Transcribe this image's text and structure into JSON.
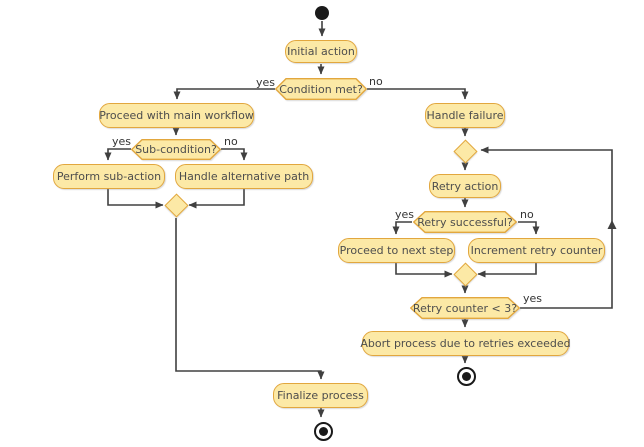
{
  "diagram": {
    "type": "uml-activity-flowchart",
    "colors": {
      "background": "#FFFFFF",
      "node_fill": "#FCE9A6",
      "node_border": "#E2A73E",
      "node_text": "#4D4D4D",
      "edge": "#404040",
      "label_text": "#333333",
      "terminal": "#1A1A1A"
    },
    "nodes": {
      "start": {
        "type": "initial"
      },
      "initial_action": {
        "type": "action",
        "label": "Initial action"
      },
      "condition_met": {
        "type": "decision",
        "label": "Condition met?"
      },
      "proceed_main": {
        "type": "action",
        "label": "Proceed with main workflow"
      },
      "sub_condition": {
        "type": "decision",
        "label": "Sub-condition?"
      },
      "perform_sub": {
        "type": "action",
        "label": "Perform sub-action"
      },
      "handle_alt": {
        "type": "action",
        "label": "Handle alternative path"
      },
      "merge_left": {
        "type": "merge"
      },
      "finalize": {
        "type": "action",
        "label": "Finalize process"
      },
      "final_left": {
        "type": "final"
      },
      "handle_failure": {
        "type": "action",
        "label": "Handle failure"
      },
      "merge_retry": {
        "type": "merge"
      },
      "retry_action": {
        "type": "action",
        "label": "Retry action"
      },
      "retry_successful": {
        "type": "decision",
        "label": "Retry successful?"
      },
      "proceed_next": {
        "type": "action",
        "label": "Proceed to next step"
      },
      "increment_retry": {
        "type": "action",
        "label": "Increment retry counter"
      },
      "merge_retry_outcome": {
        "type": "merge"
      },
      "retry_counter": {
        "type": "decision",
        "label": "Retry counter < 3?"
      },
      "abort_process": {
        "type": "action",
        "label": "Abort process due to retries exceeded"
      },
      "final_right": {
        "type": "final"
      }
    },
    "edge_labels": {
      "condition_met_yes": "yes",
      "condition_met_no": "no",
      "sub_condition_yes": "yes",
      "sub_condition_no": "no",
      "retry_successful_yes": "yes",
      "retry_successful_no": "no",
      "retry_counter_yes": "yes"
    }
  }
}
